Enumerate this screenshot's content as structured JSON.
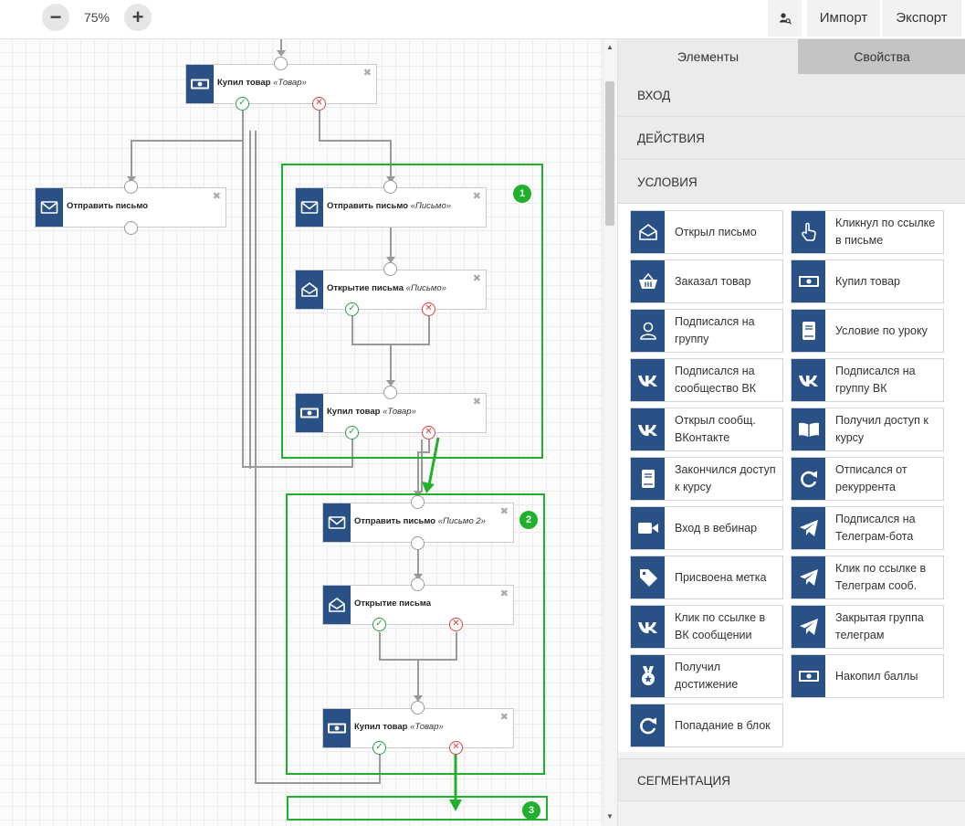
{
  "toolbar": {
    "zoom_out_label": "−",
    "zoom_level": "75%",
    "zoom_in_label": "+",
    "search_icon": "user-search-icon",
    "import_label": "Импорт",
    "export_label": "Экспорт"
  },
  "canvas": {
    "nodes": [
      {
        "label": "Купил товар",
        "sub": "«Товар»",
        "icon": "banknote-icon"
      },
      {
        "label": "Отправить письмо",
        "sub": "",
        "icon": "envelope-icon"
      },
      {
        "label": "Отправить письмо",
        "sub": "«Письмо»",
        "icon": "envelope-icon"
      },
      {
        "label": "Открытие письма",
        "sub": "«Письмо»",
        "icon": "envelope-open-icon"
      },
      {
        "label": "Купил товар",
        "sub": "«Товар»",
        "icon": "banknote-icon"
      },
      {
        "label": "Отправить письмо",
        "sub": "«Письмо 2»",
        "icon": "envelope-icon"
      },
      {
        "label": "Открытие письма",
        "sub": "",
        "icon": "envelope-open-icon"
      },
      {
        "label": "Купил товар",
        "sub": "«Товар»",
        "icon": "banknote-icon"
      }
    ],
    "close_glyph": "✖",
    "yes_glyph": "✓",
    "no_glyph": "✕",
    "groups": [
      "1",
      "2",
      "3"
    ],
    "group_color": "#21b02b"
  },
  "panel": {
    "tabs": [
      "Элементы",
      "Свойства"
    ],
    "sections": [
      "ВХОД",
      "ДЕЙСТВИЯ",
      "УСЛОВИЯ",
      "СЕГМЕНТАЦИЯ"
    ],
    "conditions": [
      {
        "label": "Открыл письмо",
        "icon": "envelope-open-icon"
      },
      {
        "label": "Кликнул по ссылке в письме",
        "icon": "pointer-hand-icon"
      },
      {
        "label": "Заказал товар",
        "icon": "basket-icon"
      },
      {
        "label": "Купил товар",
        "icon": "banknote-icon"
      },
      {
        "label": "Подписался на группу",
        "icon": "user-icon"
      },
      {
        "label": "Условие по уроку",
        "icon": "book-icon"
      },
      {
        "label": "Подписался на сообщество ВК",
        "icon": "vk-icon"
      },
      {
        "label": "Подписался на группу ВК",
        "icon": "vk-icon"
      },
      {
        "label": "Открыл сообщ. ВКонтакте",
        "icon": "vk-icon"
      },
      {
        "label": "Получил доступ к курсу",
        "icon": "open-book-icon"
      },
      {
        "label": "Закончился доступ к курсу",
        "icon": "book-icon"
      },
      {
        "label": "Отписался от рекуррента",
        "icon": "refresh-icon"
      },
      {
        "label": "Вход в вебинар",
        "icon": "video-camera-icon"
      },
      {
        "label": "Подписался на Телеграм-бота",
        "icon": "telegram-icon"
      },
      {
        "label": "Присвоена метка",
        "icon": "tag-icon"
      },
      {
        "label": "Клик по ссылке в Телеграм сооб.",
        "icon": "telegram-icon"
      },
      {
        "label": "Клик по ссылке в ВК сообщении",
        "icon": "vk-icon"
      },
      {
        "label": "Закрытая группа телеграм",
        "icon": "telegram-icon"
      },
      {
        "label": "Получил достижение",
        "icon": "medal-icon"
      },
      {
        "label": "Накопил баллы",
        "icon": "banknote-icon"
      },
      {
        "label": "Попадание в блок",
        "icon": "refresh-icon"
      }
    ],
    "accent_color": "#2a5186",
    "active_tab_color": "#ebebeb",
    "inactive_tab_color": "#c4c4c4"
  }
}
